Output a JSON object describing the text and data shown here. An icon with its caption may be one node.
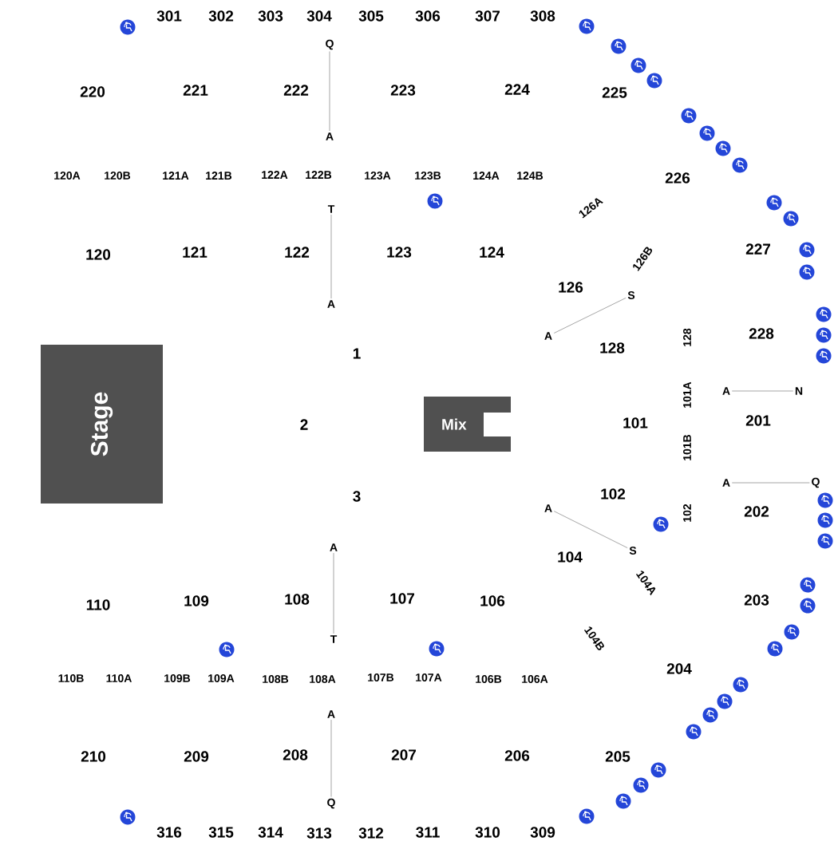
{
  "diagram": {
    "nodes": [
      {
        "text": [
          "Q"
        ]
      },
      {
        "text": [
          "A"
        ]
      },
      {
        "text": [
          "T"
        ]
      },
      {
        "text": [
          "S"
        ]
      },
      {
        "text": [
          "A"
        ]
      },
      {
        "text": [
          "A"
        ]
      },
      {
        "text": [
          "Stage"
        ]
      },
      {
        "text": [
          "A"
        ]
      },
      {
        "text": [
          "N"
        ]
      },
      {
        "text": [
          "Mix"
        ]
      },
      {
        "text": [
          "A"
        ]
      },
      {
        "text": [
          "Q"
        ]
      },
      {
        "text": [
          "A"
        ]
      },
      {
        "text": [
          "S"
        ]
      },
      {
        "text": [
          "A"
        ]
      },
      {
        "text": [
          "T"
        ]
      },
      {
        "text": [
          "A"
        ]
      },
      {
        "text": [
          "Q"
        ]
      }
    ],
    "edges": [
      {
        "from": 0,
        "to": 1,
        "arrow": "none"
      },
      {
        "from": 2,
        "to": 4,
        "arrow": "none"
      },
      {
        "from": 5,
        "to": 3,
        "arrow": "none"
      },
      {
        "from": 7,
        "to": 8,
        "arrow": "none"
      },
      {
        "from": 10,
        "to": 11,
        "arrow": "none"
      },
      {
        "from": 12,
        "to": 13,
        "arrow": "none"
      },
      {
        "from": 14,
        "to": 15,
        "arrow": "none"
      },
      {
        "from": 16,
        "to": 17,
        "arrow": "none"
      }
    ],
    "labels": [
      "301",
      "302",
      "303",
      "304",
      "305",
      "306",
      "307",
      "308",
      "220",
      "221",
      "222",
      "223",
      "224",
      "225",
      "120A",
      "120B",
      "121A",
      "121B",
      "122A",
      "122B",
      "123A",
      "123B",
      "124A",
      "124B",
      "226",
      "126A",
      "120",
      "121",
      "122",
      "123",
      "124",
      "227",
      "126B",
      "126",
      "128",
      "128",
      "228",
      "1",
      "101A",
      "2",
      "101",
      "201",
      "101B",
      "3",
      "102",
      "102",
      "202",
      "104",
      "104A",
      "110",
      "109",
      "108",
      "107",
      "106",
      "203",
      "104B",
      "204",
      "110B",
      "110A",
      "109B",
      "109A",
      "108B",
      "108A",
      "107B",
      "107A",
      "106B",
      "106A",
      "210",
      "209",
      "208",
      "207",
      "206",
      "205",
      "316",
      "315",
      "314",
      "313",
      "312",
      "311",
      "310",
      "309"
    ]
  }
}
